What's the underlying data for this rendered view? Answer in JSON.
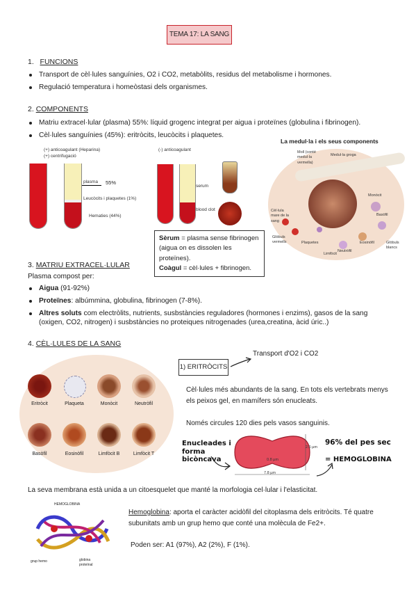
{
  "title": "TEMA 17: LA SANG",
  "s1": {
    "number": "1.",
    "heading": "FUNCIONS",
    "bullets": [
      "Transport de cèl·lules sanguínies, O2 i CO2, metabòlits, residus del metabolisme i hormones.",
      "Regulació temperatura i homeòstasi dels organismes."
    ]
  },
  "s2": {
    "number": "2.",
    "heading": "COMPONENTS",
    "bullets": [
      "Matriu extracel·lular (plasma) 55%: líquid grogenc integrat per aigua i proteïnes (globulina i fibrinogen).",
      "Cèl·lules sanguínies (45%): eritròcits, leucòcits i plaquetes."
    ],
    "tube1": {
      "label1": "(+) anticoagulant (Heparina)",
      "label2": "(+) centrifugació",
      "plasma": "plasma",
      "pct": "55%",
      "leuco": "Leucòcits i plaquetes (1%)",
      "hem": "Hematies (44%)"
    },
    "tube2": {
      "label": "(-) anticoagulant",
      "serum": "serum",
      "clot": "blood clot"
    },
    "box": {
      "serum_term": "Sèrum",
      "serum_def": " = plasma sense fibrinogen (aigua on es dissolen les proteïnes).",
      "coagul_term": "Coàgul",
      "coagul_def": " = cèl·lules + fibrinogen."
    },
    "marrow": {
      "title": "La medul·la i els seus components",
      "labels": [
        "Moll (conté medul·la vermella)",
        "Medul·la groga",
        "Cèl·lula mare de la sang",
        "Glòbuls vermells",
        "Plaquetes",
        "Monòcit",
        "Basòfil",
        "Eosinòfil",
        "Neutròfil",
        "Limfòcit",
        "Glòbuls blancs"
      ]
    }
  },
  "s3": {
    "number": "3.",
    "heading": "MATRIU EXTRACEL·LULAR",
    "intro": "Plasma compost per:",
    "items": [
      {
        "term": "Aigua",
        "text": " (91-92%)"
      },
      {
        "term": "Proteïnes",
        "text": ": albúmmina, globulina, fibrinogen (7-8%)."
      },
      {
        "term": "Altres soluts",
        "text": " com electròlits, nutrients, susbstàncies reguladores (hormones i enzims), gasos de la sang (oxigen, CO2, nitrogen) i susbstàncies no proteiques nitrogenades (urea,creatina, àcid úric..)"
      }
    ]
  },
  "s4": {
    "number": "4.",
    "heading": "CÈL·LULES DE LA SANG",
    "cells": [
      "Eritròcit",
      "Plaqueta",
      "Monòcit",
      "Neutròfil",
      "Basòfil",
      "Eosinòfil",
      "Limfòcit B",
      "Limfòcit  T"
    ],
    "eritro_label": "1) ERITRÒCITS",
    "transport": "Transport d'O2 i CO2",
    "p1": "Cèl·lules més abundants de la sang. En tots els vertebrats menys els peixos gel, en mamífers són enucleats.",
    "p2": "Només circules 120 dies pels vasos sanguinis.",
    "hand1": "Enucleades i forma bicòncava",
    "hand2_line1": "96% del pes sec",
    "hand2_line2": "= HEMOGLOBINA",
    "dim1": "0.8 µm",
    "dim2": "2.6 µm",
    "dim3": "7.8 µm",
    "membrane": "La seva membrana està unida a un citoesquelet que manté la morfologia cel·lular i l'elasticitat.",
    "hemo_img_title": "HEMOGLOBINA",
    "hemo_img_l1": "grup hemo",
    "hemo_img_l2": "globina proteïnal",
    "hemo_term": "Hemoglobina",
    "hemo_def": ": aporta el caràcter acidòfil del citoplasma dels eritròcits. Té quatre subunitats amb un grup hemo que conté una molècula de Fe2+.",
    "types": "Poden ser: A1 (97%), A2 (2%), F (1%)."
  }
}
